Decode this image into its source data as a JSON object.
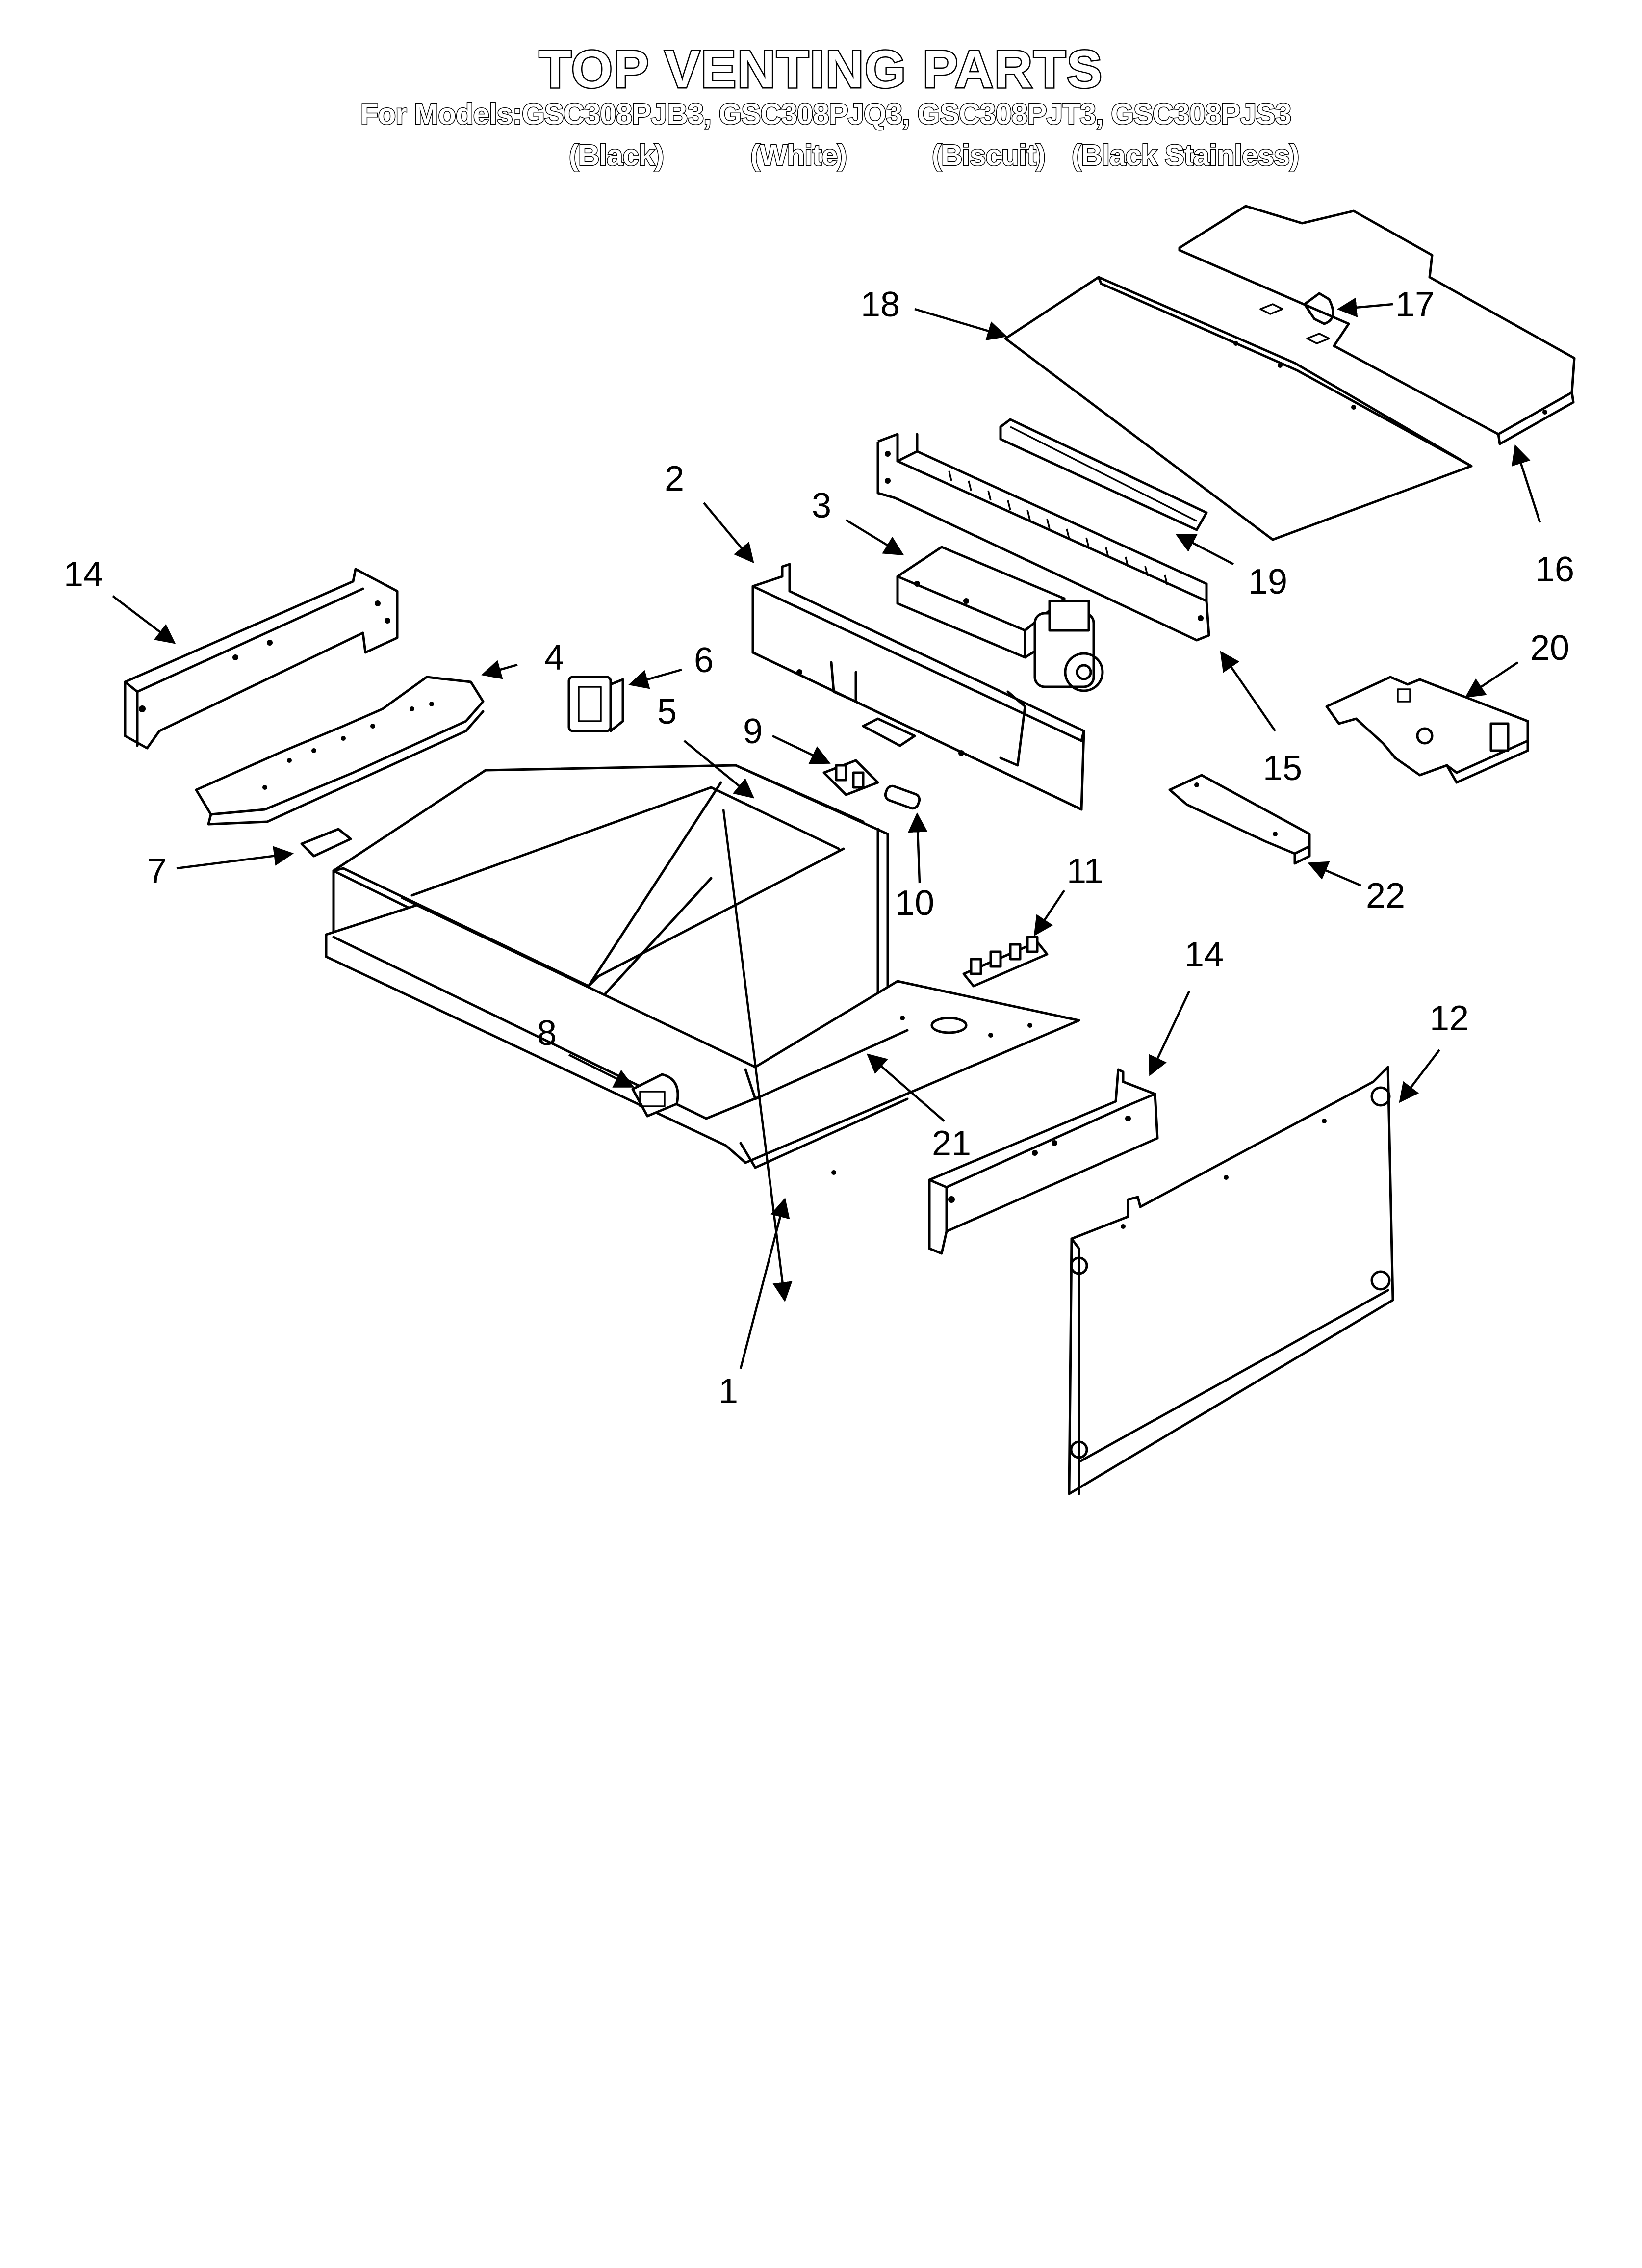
{
  "header": {
    "title": "TOP VENTING PARTS",
    "models_line": "For Models:GSC308PJB3, GSC308PJQ3, GSC308PJT3, GSC308PJS3",
    "variants": [
      "(Black)",
      "(White)",
      "(Biscuit)",
      "(Black Stainless)"
    ]
  },
  "callouts": {
    "c1": "1",
    "c2": "2",
    "c3": "3",
    "c4": "4",
    "c5": "5",
    "c6": "6",
    "c7": "7",
    "c8": "8",
    "c9": "9",
    "c10": "10",
    "c11": "11",
    "c12": "12",
    "c14a": "14",
    "c14b": "14",
    "c15": "15",
    "c16": "16",
    "c17": "17",
    "c18": "18",
    "c19": "19",
    "c20": "20",
    "c21": "21",
    "c22": "22"
  }
}
